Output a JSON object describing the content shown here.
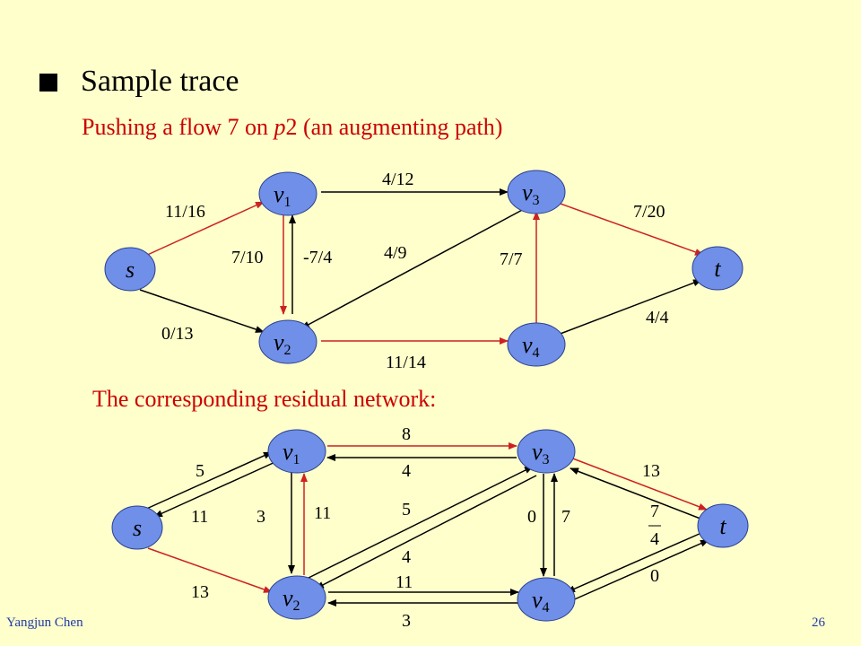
{
  "slide": {
    "title": "Sample trace",
    "subtitle_pre": "Pushing a flow 7 on ",
    "subtitle_em": "p",
    "subtitle_post": "2 (an augmenting path)",
    "residual_title": "The corresponding residual network:",
    "footer_left": "Yangjun Chen",
    "page_number": "26"
  },
  "colors": {
    "background": "#ffffcc",
    "node_fill": "#6f8fe8",
    "node_stroke": "#2a3f8f",
    "edge_black": "#000000",
    "edge_red": "#cc2222",
    "title_red": "#cc0000",
    "footer_blue": "#1f3aa8"
  },
  "diagram_flow": {
    "nodes": {
      "s": {
        "name": "s",
        "sub": ""
      },
      "v1": {
        "name": "v",
        "sub": "1"
      },
      "v2": {
        "name": "v",
        "sub": "2"
      },
      "v3": {
        "name": "v",
        "sub": "3"
      },
      "v4": {
        "name": "v",
        "sub": "4"
      },
      "t": {
        "name": "t",
        "sub": ""
      }
    },
    "edge_labels": {
      "s_v1": "11/16",
      "s_v2": "0/13",
      "v1_v3": "4/12",
      "v1_v2": "7/10",
      "v2_v1": "-7/4",
      "v3_v2": "4/9",
      "v4_v3": "7/7",
      "v2_v4": "11/14",
      "v3_t": "7/20",
      "v4_t": "4/4"
    }
  },
  "diagram_residual": {
    "nodes": {
      "s": {
        "name": "s",
        "sub": ""
      },
      "v1": {
        "name": "v",
        "sub": "1"
      },
      "v2": {
        "name": "v",
        "sub": "2"
      },
      "v3": {
        "name": "v",
        "sub": "3"
      },
      "v4": {
        "name": "v",
        "sub": "4"
      },
      "t": {
        "name": "t",
        "sub": ""
      }
    },
    "edge_labels": {
      "s_v1": "5",
      "v1_s": "11",
      "s_v2": "13",
      "v1_v2": "3",
      "v2_v1": "11",
      "v1_v3": "8",
      "v3_v1": "4",
      "v2_v3": "5",
      "v3_v2": "4",
      "v2_v4": "11",
      "v4_v2": "3",
      "v3_v4": "0",
      "v4_v3": "7",
      "v3_t": "13",
      "t_v3": "7",
      "t_v4": "4",
      "v4_t": "0"
    }
  }
}
